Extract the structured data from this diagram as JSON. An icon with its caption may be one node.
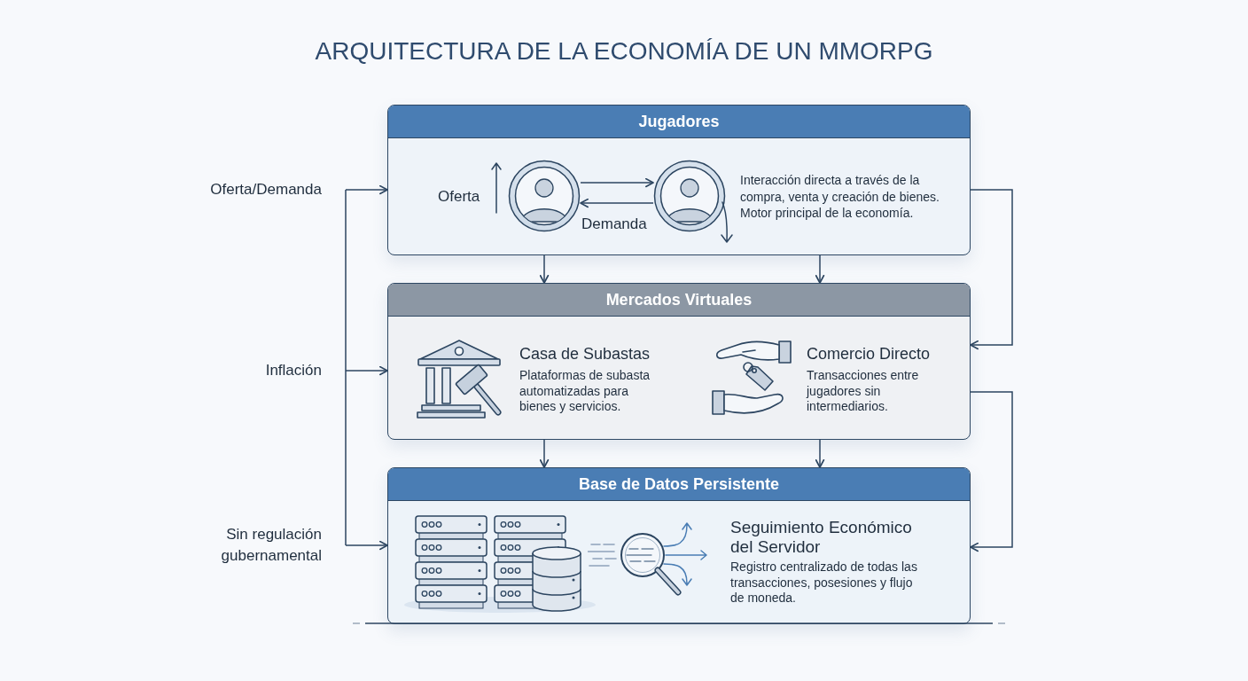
{
  "diagram": {
    "title": "ARQUITECTURA DE LA ECONOMÍA DE UN MMORPG",
    "nodes": [
      {
        "text": [
          "Jugadores",
          "Interacción directa a través de la compra, venta y creación de bienes. Motor principal de la economía."
        ]
      },
      {
        "text": [],
        "shape": "person",
        "in": 0
      },
      {
        "text": [],
        "shape": "person",
        "in": 0
      },
      {
        "text": [
          "Mercados Virtuales",
          "Casa de Subastas",
          "Plataformas de subasta automatizadas para bienes y servicios.",
          "Comercio Directo",
          "Transacciones entre jugadores sin intermediarios."
        ]
      },
      {
        "text": [
          "Base de Datos Persistente",
          "Seguimiento Económico del Servidor",
          "Registro centralizado de todas las transacciones, posesiones y flujo de moneda."
        ]
      },
      {
        "text": [
          "Oferta/Demanda"
        ]
      },
      {
        "text": [
          "Inflación"
        ]
      },
      {
        "text": [
          "Sin regulación gubernamental"
        ]
      }
    ],
    "edges": [
      {
        "from": 1,
        "to": 2,
        "arrow": "to"
      },
      {
        "from": 2,
        "to": 1,
        "arrow": "to"
      },
      {
        "from": 0,
        "to": 3,
        "arrow": "to"
      },
      {
        "from": 0,
        "to": 3,
        "arrow": "to"
      },
      {
        "from": 3,
        "to": 4,
        "arrow": "to"
      },
      {
        "from": 3,
        "to": 4,
        "arrow": "to"
      },
      {
        "from": 0,
        "to": 3,
        "arrow": "to"
      },
      {
        "from": 3,
        "to": 4,
        "arrow": "to"
      },
      {
        "from": 5,
        "to": 0,
        "arrow": "to"
      },
      {
        "from": 6,
        "to": 3,
        "arrow": "to"
      },
      {
        "from": 7,
        "to": 4,
        "arrow": "to"
      }
    ],
    "labels": [
      "Oferta",
      "Demanda"
    ]
  }
}
